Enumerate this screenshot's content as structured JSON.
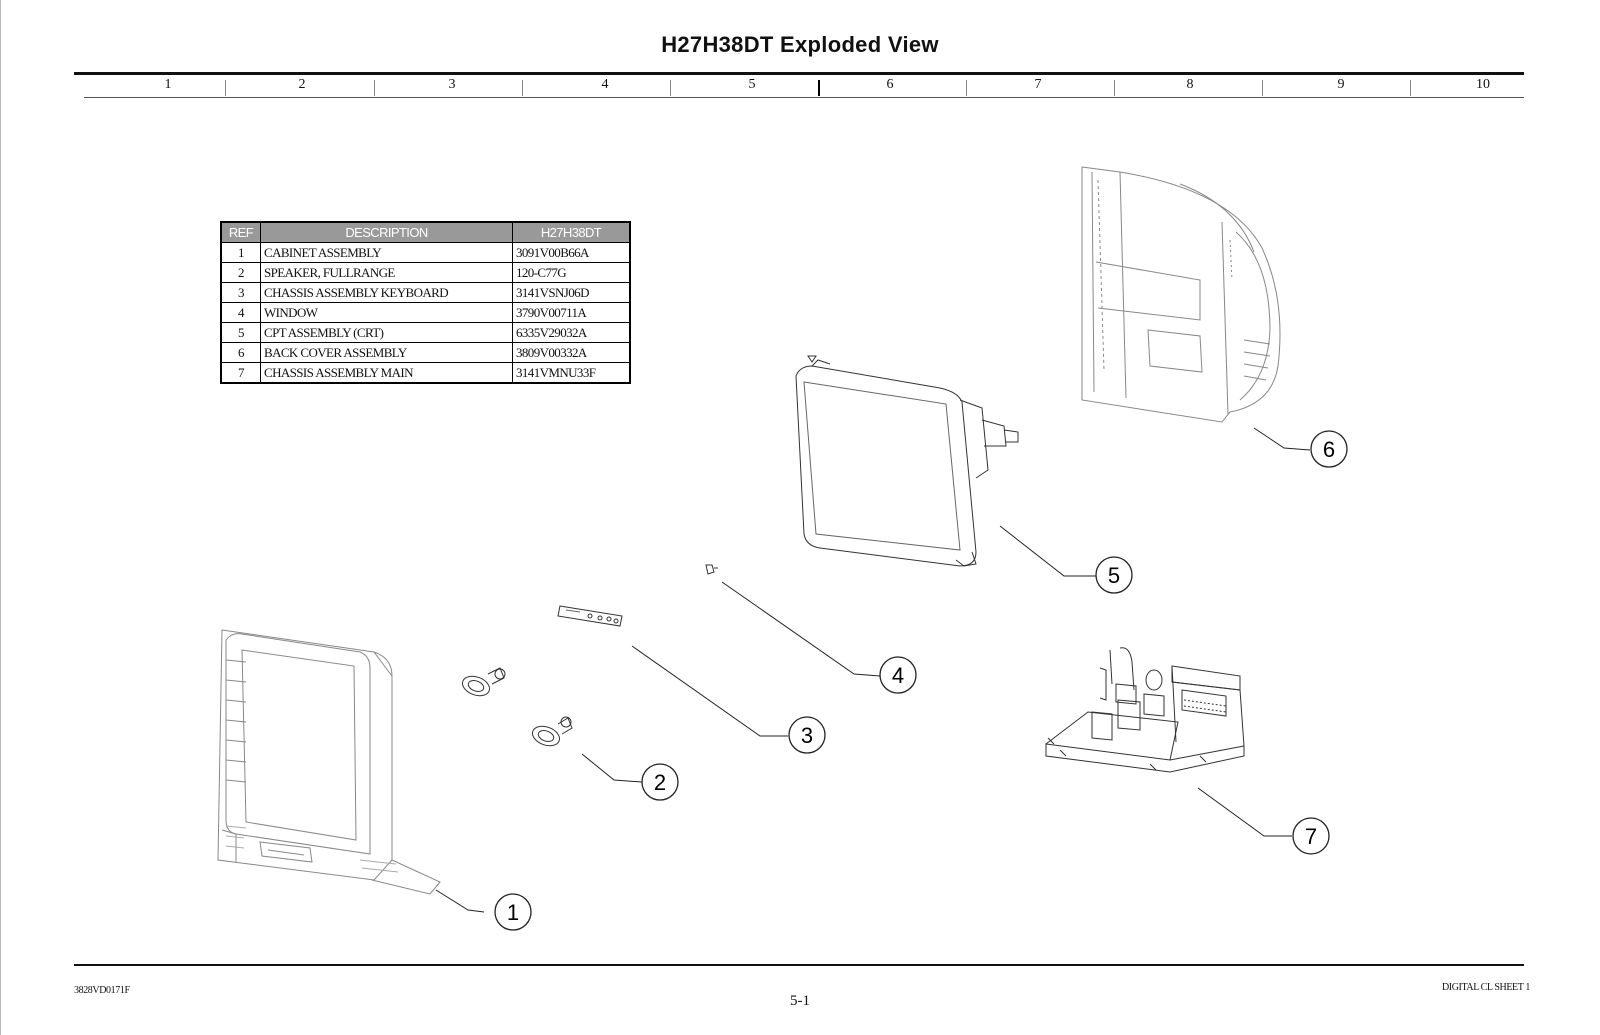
{
  "title": "H27H38DT  Exploded View",
  "grid_numbers": [
    "1",
    "2",
    "3",
    "4",
    "5",
    "6",
    "7",
    "8",
    "9",
    "10"
  ],
  "table": {
    "headers": {
      "ref": "REF",
      "description": "DESCRIPTION",
      "model": "H27H38DT"
    },
    "rows": [
      {
        "ref": "1",
        "description": "CABINET ASSEMBLY",
        "part": "3091V00B66A"
      },
      {
        "ref": "2",
        "description": "SPEAKER, FULLRANGE",
        "part": "120-C77G"
      },
      {
        "ref": "3",
        "description": "CHASSIS ASSEMBLY KEYBOARD",
        "part": "3141VSNJ06D"
      },
      {
        "ref": "4",
        "description": "WINDOW",
        "part": "3790V00711A"
      },
      {
        "ref": "5",
        "description": "CPT ASSEMBLY (CRT)",
        "part": "6335V29032A"
      },
      {
        "ref": "6",
        "description": "BACK COVER ASSEMBLY",
        "part": "3809V00332A"
      },
      {
        "ref": "7",
        "description": "CHASSIS ASSEMBLY MAIN",
        "part": "3141VMNU33F"
      }
    ]
  },
  "callouts": [
    "1",
    "2",
    "3",
    "4",
    "5",
    "6",
    "7"
  ],
  "footer": {
    "left": "3828VD0171F",
    "center": "5-1",
    "right": "DIGITAL CL SHEET 1"
  }
}
